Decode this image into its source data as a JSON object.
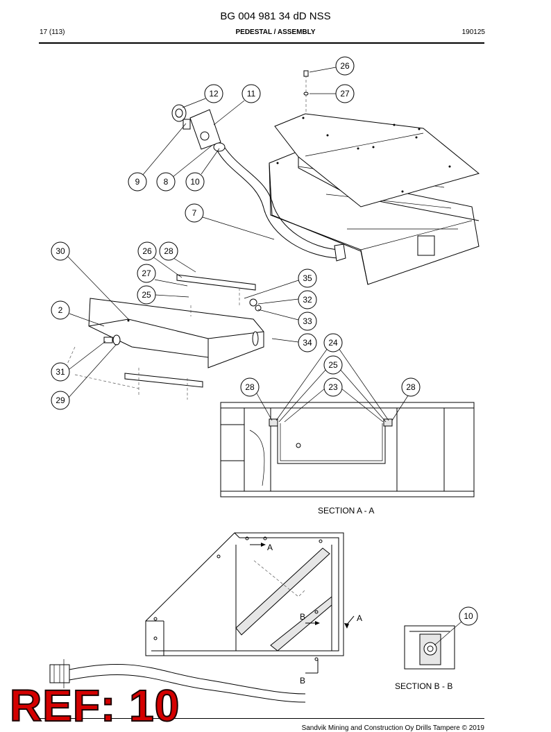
{
  "header": {
    "doc_number": "BG 004 981 34 dD NSS",
    "page": "17 (113)",
    "title": "PEDESTAL / ASSEMBLY",
    "date": "190125"
  },
  "callouts": [
    {
      "id": "26a",
      "label": "26"
    },
    {
      "id": "27a",
      "label": "27"
    },
    {
      "id": "12",
      "label": "12"
    },
    {
      "id": "11",
      "label": "11"
    },
    {
      "id": "9",
      "label": "9"
    },
    {
      "id": "8",
      "label": "8"
    },
    {
      "id": "10a",
      "label": "10"
    },
    {
      "id": "7",
      "label": "7"
    },
    {
      "id": "30",
      "label": "30"
    },
    {
      "id": "26b",
      "label": "26"
    },
    {
      "id": "28a",
      "label": "28"
    },
    {
      "id": "27b",
      "label": "27"
    },
    {
      "id": "25a",
      "label": "25"
    },
    {
      "id": "35",
      "label": "35"
    },
    {
      "id": "32",
      "label": "32"
    },
    {
      "id": "33",
      "label": "33"
    },
    {
      "id": "2",
      "label": "2"
    },
    {
      "id": "34",
      "label": "34"
    },
    {
      "id": "24",
      "label": "24"
    },
    {
      "id": "25b",
      "label": "25"
    },
    {
      "id": "31",
      "label": "31"
    },
    {
      "id": "28b",
      "label": "28"
    },
    {
      "id": "23",
      "label": "23"
    },
    {
      "id": "28c",
      "label": "28"
    },
    {
      "id": "29",
      "label": "29"
    },
    {
      "id": "10b",
      "label": "10"
    }
  ],
  "section_labels": {
    "section_aa": "SECTION A - A",
    "section_bb": "SECTION B - B",
    "mark_a_top": "A",
    "mark_a_right": "A",
    "mark_b_top": "B",
    "mark_b_bottom": "B"
  },
  "stamp": {
    "text": "REF: 10",
    "color": "#d40000"
  },
  "footer": {
    "copyright": "Sandvik Mining and Construction Oy Drills Tampere © 2019"
  }
}
